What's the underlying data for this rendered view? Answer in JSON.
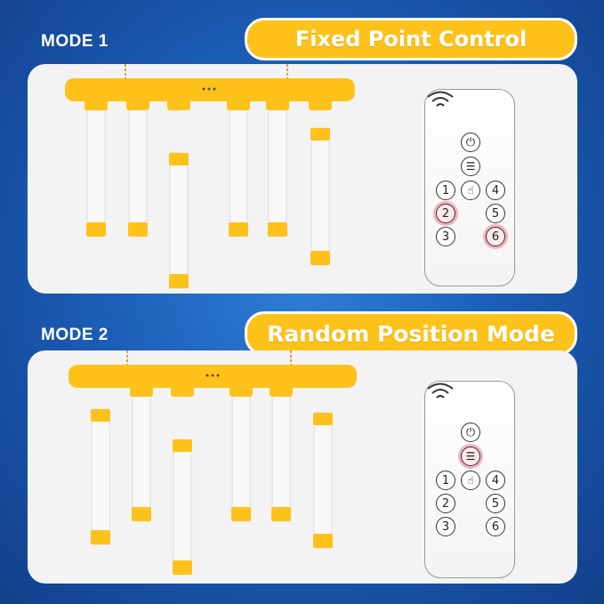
{
  "modes": [
    {
      "label": "MODE 1",
      "title": "Fixed Point Control",
      "remote": {
        "number_buttons": [
          "1",
          "2",
          "3",
          "4",
          "5",
          "6"
        ],
        "highlighted": [
          "2",
          "6"
        ],
        "highlight_menu": false
      }
    },
    {
      "label": "MODE 2",
      "title": "Random Position Mode",
      "remote": {
        "number_buttons": [
          "1",
          "2",
          "3",
          "4",
          "5",
          "6"
        ],
        "highlighted": [],
        "highlight_menu": true
      }
    }
  ],
  "colors": {
    "accent_yellow": "#ffc21a",
    "background_blue": "#1c5fb8",
    "panel": "#f3f3f3",
    "highlight_pink": "#f3b3bf"
  },
  "icons": [
    "wifi-signal-icon",
    "power-icon",
    "menu-icon",
    "hand-touch-icon"
  ]
}
